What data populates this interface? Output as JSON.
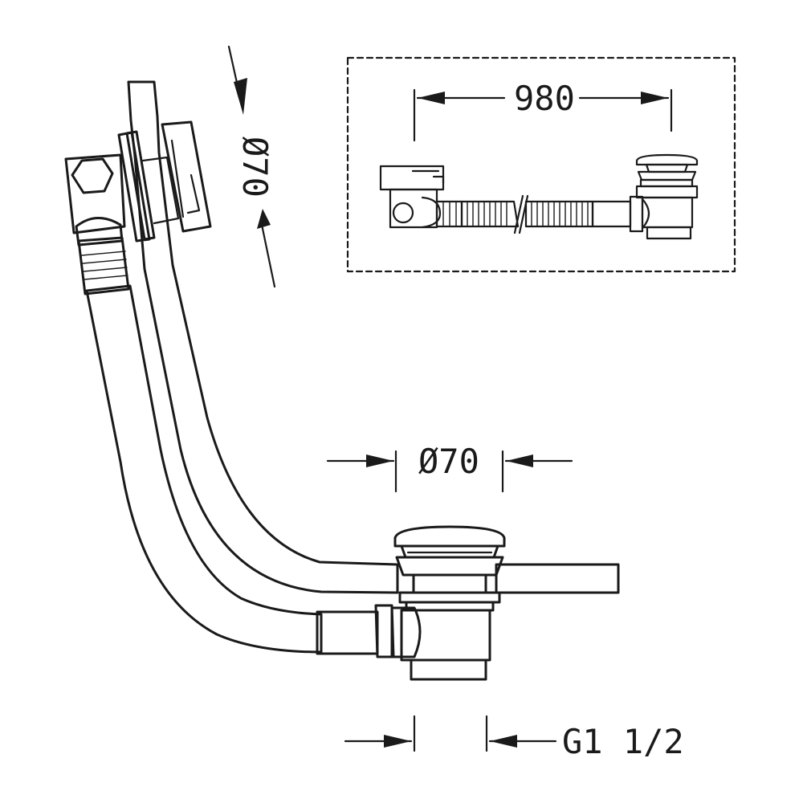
{
  "dimensions": {
    "overall_length": "980",
    "overflow_diameter": "Ø70",
    "waste_diameter": "Ø70",
    "thread_size": "G1 1/2"
  },
  "colors": {
    "ink": "#1a1a1a",
    "background": "#ffffff"
  }
}
